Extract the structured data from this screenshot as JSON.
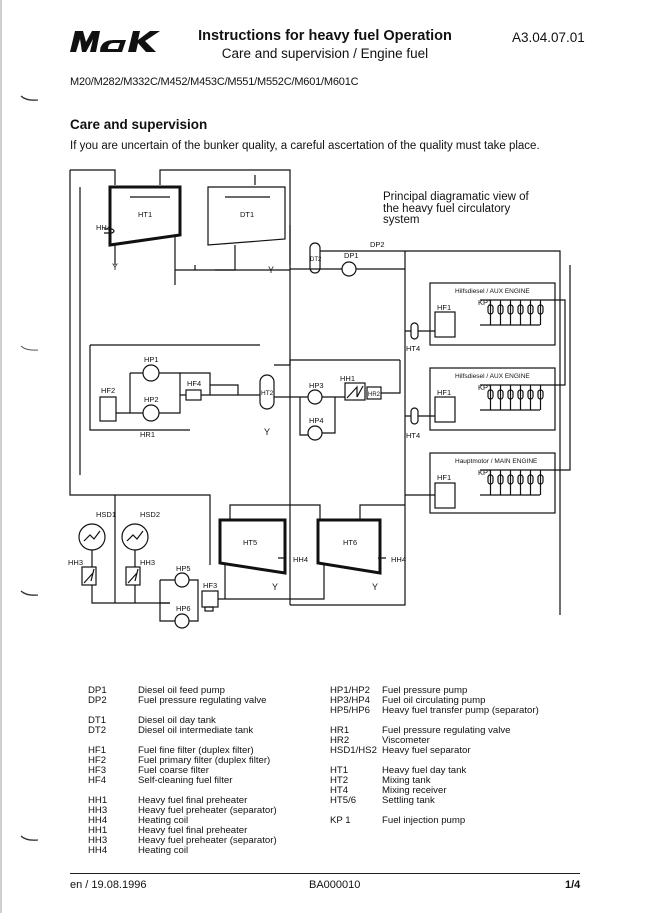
{
  "header": {
    "logo_text": "MaK",
    "title": "Instructions for heavy fuel Operation",
    "subtitle": "Care and supervision / Engine fuel",
    "document_number": "A3.04.07.01",
    "engine_models": "M20/M282/M332C/M452/M453C/M551/M552C/M601/M601C"
  },
  "section": {
    "heading": "Care and supervision",
    "intro": "If you are uncertain of the bunker quality, a careful ascertation of the quality must take place."
  },
  "diagram": {
    "caption_lines": [
      "Principal diagramatic view of",
      "the heavy fuel circulatory",
      "system"
    ],
    "labels": {
      "ht1": "HT1",
      "dt1": "DT1",
      "hh4_top": "HH4",
      "dt2": "DT2",
      "dp1": "DP1",
      "dp2": "DP2",
      "hp1": "HP1",
      "hp2": "HP2",
      "hf2": "HF2",
      "hf4": "HF4",
      "hr1": "HR1",
      "ht2": "HT2",
      "hp3": "HP3",
      "hp4": "HP4",
      "hh1": "HH1",
      "hr2": "HR2",
      "ht4_a": "HT4",
      "ht4_b": "HT4",
      "hsd1": "HSD1",
      "hsd2": "HSD2",
      "hh3_a": "HH3",
      "hh3_b": "HH3",
      "hp5": "HP5",
      "hp6": "HP6",
      "hf3": "HF3",
      "ht5": "HT5",
      "ht6": "HT6",
      "hh4_ht5": "HH4",
      "hh4_ht6": "HH4",
      "hf1": "HF1",
      "kp1": "KP1",
      "drain": "Y"
    },
    "engines": [
      {
        "title": "Hilfsdiesel / AUX  ENGINE",
        "filter": "HF1",
        "pump": "KP1",
        "receiver": "HT4",
        "cylinders": 6
      },
      {
        "title": "Hilfsdiesel / AUX  ENGINE",
        "filter": "HF1",
        "pump": "KP1",
        "receiver": "HT4",
        "cylinders": 6
      },
      {
        "title": "Hauptmotor / MAIN ENGINE",
        "filter": "HF1",
        "pump": "KP1",
        "receiver": "",
        "cylinders": 6
      }
    ]
  },
  "legend": {
    "left": [
      [
        {
          "code": "DP1",
          "desc": "Diesel oil feed pump"
        },
        {
          "code": "DP2",
          "desc": "Fuel pressure regulating valve"
        }
      ],
      [
        {
          "code": "DT1",
          "desc": "Diesel oil day tank"
        },
        {
          "code": "DT2",
          "desc": "Diesel oil intermediate tank"
        }
      ],
      [
        {
          "code": "HF1",
          "desc": "Fuel fine filter (duplex filter)"
        },
        {
          "code": "HF2",
          "desc": "Fuel primary filter (duplex filter)"
        },
        {
          "code": "HF3",
          "desc": "Fuel coarse filter"
        },
        {
          "code": "HF4",
          "desc": "Self-cleaning fuel filter"
        }
      ],
      [
        {
          "code": "HH1",
          "desc": "Heavy fuel final preheater"
        },
        {
          "code": "HH3",
          "desc": "Heavy fuel preheater (separator)"
        },
        {
          "code": "HH4",
          "desc": "Heating coil"
        },
        {
          "code": "HH1",
          "desc": "Heavy fuel final preheater"
        },
        {
          "code": "HH3",
          "desc": "Heavy fuel preheater (separator)"
        },
        {
          "code": "HH4",
          "desc": "Heating coil"
        }
      ]
    ],
    "right": [
      [
        {
          "code": "HP1/HP2",
          "desc": "Fuel pressure pump"
        },
        {
          "code": "HP3/HP4",
          "desc": "Fuel oil circulating pump"
        },
        {
          "code": "HP5/HP6",
          "desc": "Heavy fuel transfer pump (separator)"
        }
      ],
      [
        {
          "code": "HR1",
          "desc": "Fuel pressure regulating valve"
        },
        {
          "code": "HR2",
          "desc": "Viscometer"
        },
        {
          "code": "HSD1/HS2",
          "desc": "Heavy fuel separator"
        }
      ],
      [
        {
          "code": "HT1",
          "desc": "Heavy fuel day tank"
        },
        {
          "code": "HT2",
          "desc": "Mixing tank"
        },
        {
          "code": "HT4",
          "desc": "Mixing receiver"
        },
        {
          "code": "HT5/6",
          "desc": "Settling tank"
        }
      ],
      [
        {
          "code": "KP 1",
          "desc": "Fuel injection pump"
        }
      ]
    ]
  },
  "footer": {
    "language_date": "en / 19.08.1996",
    "doc_id": "BA000010",
    "page": "1/4"
  }
}
